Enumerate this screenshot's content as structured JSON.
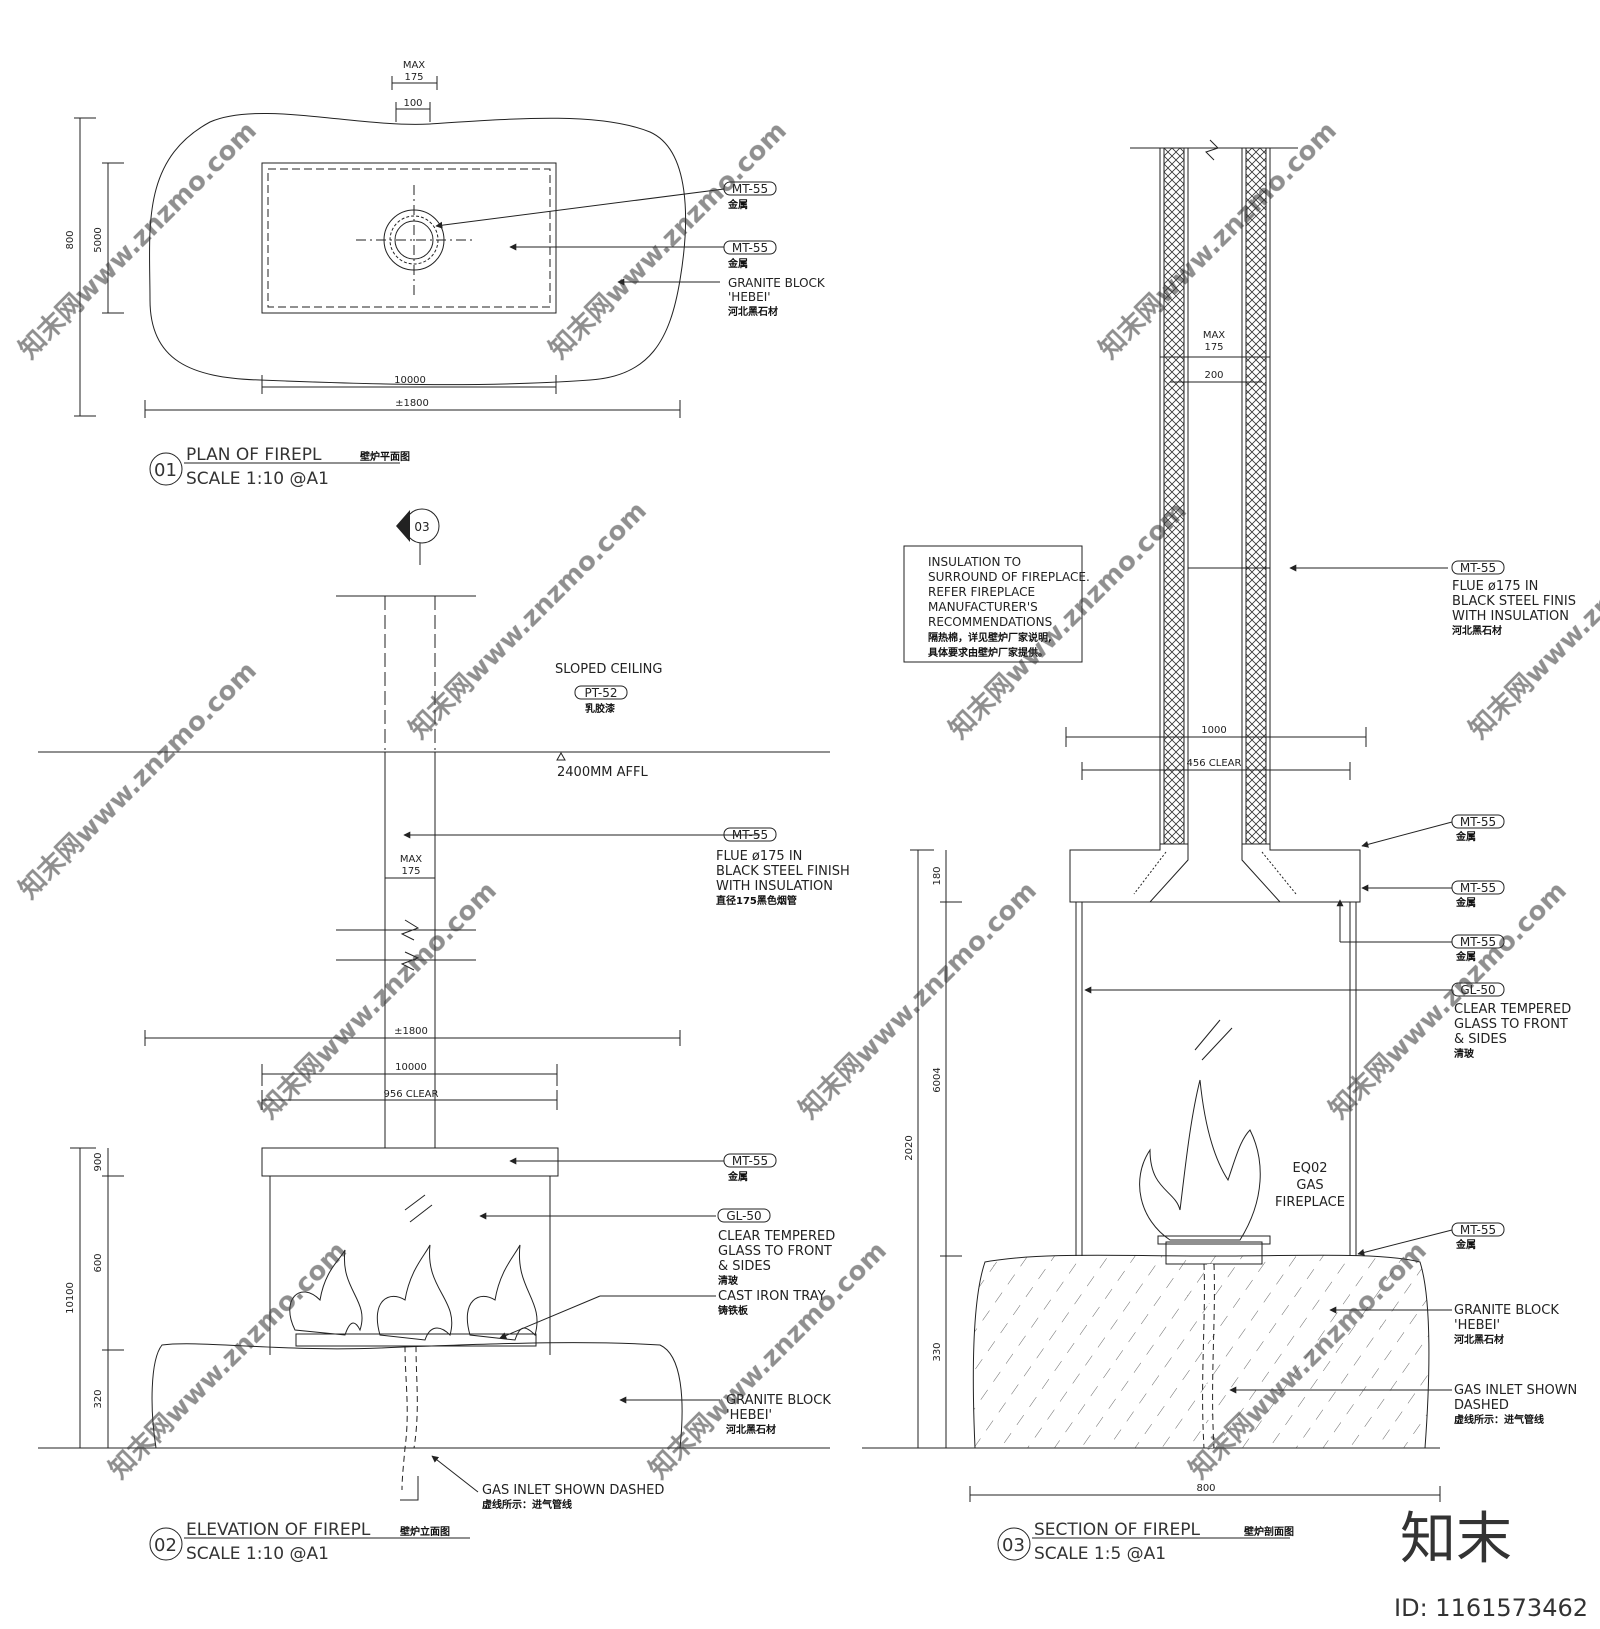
{
  "plan": {
    "dim_max_label": "MAX",
    "dim_max_value": "175",
    "dim_inner": "100",
    "dim_left_outer": "800",
    "dim_left_inner": "5000",
    "dim_bottom_inner": "10000",
    "dim_bottom_outer": "±1800",
    "tag1": "MT-55",
    "tag1_cn": "金属",
    "tag2": "MT-55",
    "tag2_cn": "金属",
    "granite_1": "GRANITE BLOCK",
    "granite_2": "'HEBEI'",
    "granite_cn": "河北黑石材",
    "view_num": "01",
    "title": "PLAN OF FIREPL",
    "title_cn": "壁炉平面图",
    "scale": "SCALE 1:10 @A1"
  },
  "elevation": {
    "section_marker": "03",
    "sloped_ceiling": "SLOPED CEILING",
    "pt_tag": "PT-52",
    "pt_cn": "乳胶漆",
    "level": "2400MM AFFL",
    "flue_tag": "MT-55",
    "flue_1": "FLUE ø175 IN",
    "flue_2": "BLACK STEEL FINISH",
    "flue_3": "WITH INSULATION",
    "flue_cn": "直径175黑色烟管",
    "dim_max_label": "MAX",
    "dim_max_value": "175",
    "dim_1800": "±1800",
    "dim_1000": "10000",
    "dim_clear": "956 CLEAR",
    "hood_tag": "MT-55",
    "hood_cn": "金属",
    "glass_tag": "GL-50",
    "glass_1": "CLEAR TEMPERED",
    "glass_2": "GLASS TO FRONT",
    "glass_3": "& SIDES",
    "glass_cn": "清玻",
    "tray_1": "CAST IRON TRAY",
    "tray_cn": "铸铁板",
    "granite_1": "GRANITE BLOCK",
    "granite_2": "'HEBEI'",
    "granite_cn": "河北黑石材",
    "gas_1": "GAS INLET SHOWN DASHED",
    "gas_cn": "虚线所示：进气管线",
    "dim_left_total": "10100",
    "dim_left_a": "900",
    "dim_left_b": "600",
    "dim_left_c": "320",
    "view_num": "02",
    "title": "ELEVATION OF FIREPL",
    "title_cn": "壁炉立面图",
    "scale": "SCALE 1:10 @A1"
  },
  "section": {
    "dim_max_label": "MAX",
    "dim_max_value": "175",
    "dim_200": "200",
    "note_1": "INSULATION TO",
    "note_2": "SURROUND OF FIREPLACE.",
    "note_3": "REFER FIREPLACE",
    "note_4": "MANUFACTURER'S",
    "note_5": "RECOMMENDATIONS",
    "note_cn1": "隔热棉，详见壁炉厂家说明,",
    "note_cn2": "具体要求由壁炉厂家提供。",
    "flue_tag": "MT-55",
    "flue_1": "FLUE ø175 IN",
    "flue_2": "BLACK STEEL FINIS",
    "flue_3": "WITH INSULATION",
    "flue_cn": "河北黑石材",
    "dim_1000": "1000",
    "dim_clear": "456 CLEAR",
    "tag_a": "MT-55",
    "tag_a_cn": "金属",
    "tag_b": "MT-55",
    "tag_b_cn": "金属",
    "tag_c": "MT-55",
    "tag_c_cn": "金属",
    "glass_tag": "GL-50",
    "glass_1": "CLEAR TEMPERED",
    "glass_2": "GLASS TO FRONT",
    "glass_3": "& SIDES",
    "glass_cn": "清玻",
    "eq_1": "EQ02",
    "eq_2": "GAS",
    "eq_3": "FIREPLACE",
    "tag_d": "MT-55",
    "tag_d_cn": "金属",
    "granite_1": "GRANITE BLOCK",
    "granite_2": "'HEBEI'",
    "granite_cn": "河北黑石材",
    "gas_1": "GAS INLET SHOWN",
    "gas_2": "DASHED",
    "gas_cn": "虚线所示：进气管线",
    "dim_left_total": "2020",
    "dim_left_a": "180",
    "dim_left_b": "6004",
    "dim_left_c": "330",
    "dim_bottom": "800",
    "view_num": "03",
    "title": "SECTION OF FIREPL",
    "title_cn": "壁炉剖面图",
    "scale": "SCALE 1:5 @A1"
  },
  "branding": {
    "logo": "知末",
    "id": "ID: 1161573462",
    "watermark": "知末网www.znzmo.com"
  }
}
